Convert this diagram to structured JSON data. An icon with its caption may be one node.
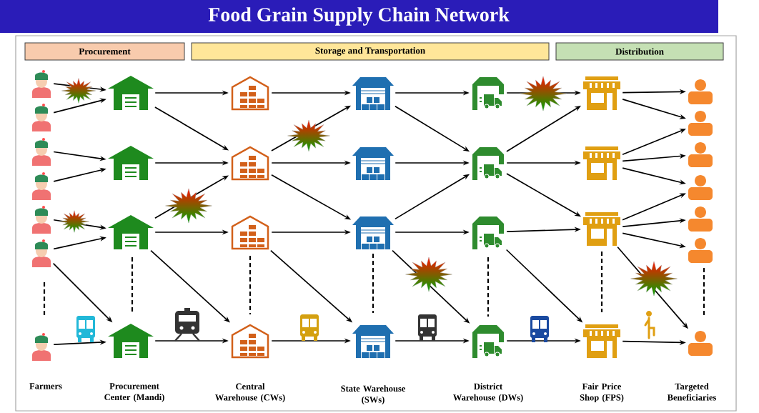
{
  "diagram": {
    "title": "Food Grain Supply Chain Network",
    "nodes": [
      {
        "text": [
          "Procurement"
        ]
      },
      {
        "text": [
          "Storage and Transportation"
        ]
      },
      {
        "text": [
          "Distribution"
        ]
      },
      {
        "text": [],
        "shape": "person"
      },
      {
        "text": [],
        "shape": "person"
      },
      {
        "text": [],
        "shape": "person"
      },
      {
        "text": [],
        "shape": "person"
      },
      {
        "text": [],
        "shape": "person"
      },
      {
        "text": [],
        "shape": "person"
      },
      {
        "text": [],
        "shape": "person"
      },
      {
        "text": [],
        "shape": "picture"
      },
      {
        "text": [],
        "shape": "picture"
      },
      {
        "text": [],
        "shape": "picture"
      },
      {
        "text": [],
        "shape": "picture"
      },
      {
        "text": [],
        "shape": "picture"
      },
      {
        "text": [],
        "shape": "picture"
      },
      {
        "text": [],
        "shape": "picture"
      },
      {
        "text": [],
        "shape": "picture"
      },
      {
        "text": [],
        "shape": "picture"
      },
      {
        "text": [],
        "shape": "picture"
      },
      {
        "text": [],
        "shape": "picture"
      },
      {
        "text": [],
        "shape": "picture"
      },
      {
        "text": [],
        "shape": "picture"
      },
      {
        "text": [],
        "shape": "picture"
      },
      {
        "text": [],
        "shape": "picture"
      },
      {
        "text": [],
        "shape": "picture"
      },
      {
        "text": [],
        "shape": "picture"
      },
      {
        "text": [],
        "shape": "picture"
      },
      {
        "text": [],
        "shape": "picture"
      },
      {
        "text": [],
        "shape": "picture"
      },
      {
        "text": [],
        "shape": "person"
      },
      {
        "text": [],
        "shape": "person"
      },
      {
        "text": [],
        "shape": "person"
      },
      {
        "text": [],
        "shape": "person"
      },
      {
        "text": [],
        "shape": "person"
      },
      {
        "text": [],
        "shape": "person"
      },
      {
        "text": [],
        "shape": "person"
      }
    ],
    "edges": [
      {
        "from": 3,
        "to": 10,
        "arrow": "to"
      },
      {
        "from": 4,
        "to": 10,
        "arrow": "to"
      },
      {
        "from": 5,
        "to": 11,
        "arrow": "to"
      },
      {
        "from": 6,
        "to": 11,
        "arrow": "to"
      },
      {
        "from": 7,
        "to": 12,
        "arrow": "to"
      },
      {
        "from": 8,
        "to": 12,
        "arrow": "to"
      },
      {
        "from": 8,
        "to": 13,
        "arrow": "to"
      },
      {
        "from": 9,
        "to": 13,
        "arrow": "to"
      },
      {
        "from": 10,
        "to": 14,
        "arrow": "to"
      },
      {
        "from": 10,
        "to": 15,
        "arrow": "to"
      },
      {
        "from": 11,
        "to": 15,
        "arrow": "to"
      },
      {
        "from": 12,
        "to": 15,
        "arrow": "to"
      },
      {
        "from": 12,
        "to": 16,
        "arrow": "to"
      },
      {
        "from": 12,
        "to": 17,
        "arrow": "to"
      },
      {
        "from": 13,
        "to": 17,
        "arrow": "to"
      },
      {
        "from": 14,
        "to": 18,
        "arrow": "to"
      },
      {
        "from": 15,
        "to": 18,
        "arrow": "to"
      },
      {
        "from": 15,
        "to": 19,
        "arrow": "to"
      },
      {
        "from": 15,
        "to": 20,
        "arrow": "to"
      },
      {
        "from": 16,
        "to": 20,
        "arrow": "to"
      },
      {
        "from": 16,
        "to": 21,
        "arrow": "to"
      },
      {
        "from": 17,
        "to": 21,
        "arrow": "to"
      },
      {
        "from": 18,
        "to": 22,
        "arrow": "to"
      },
      {
        "from": 18,
        "to": 23,
        "arrow": "to"
      },
      {
        "from": 19,
        "to": 23,
        "arrow": "to"
      },
      {
        "from": 20,
        "to": 23,
        "arrow": "to"
      },
      {
        "from": 20,
        "to": 24,
        "arrow": "to"
      },
      {
        "from": 20,
        "to": 25,
        "arrow": "to"
      },
      {
        "from": 21,
        "to": 25,
        "arrow": "to"
      },
      {
        "from": 22,
        "to": 26,
        "arrow": "to"
      },
      {
        "from": 23,
        "to": 26,
        "arrow": "to"
      },
      {
        "from": 23,
        "to": 27,
        "arrow": "to"
      },
      {
        "from": 23,
        "to": 28,
        "arrow": "to"
      },
      {
        "from": 24,
        "to": 28,
        "arrow": "to"
      },
      {
        "from": 24,
        "to": 29,
        "arrow": "to"
      },
      {
        "from": 25,
        "to": 29,
        "arrow": "to"
      },
      {
        "from": 26,
        "to": 30,
        "arrow": "to"
      },
      {
        "from": 26,
        "to": 31,
        "arrow": "to"
      },
      {
        "from": 27,
        "to": 31,
        "arrow": "to"
      },
      {
        "from": 27,
        "to": 32,
        "arrow": "to"
      },
      {
        "from": 27,
        "to": 33,
        "arrow": "to"
      },
      {
        "from": 28,
        "to": 33,
        "arrow": "to"
      },
      {
        "from": 28,
        "to": 34,
        "arrow": "to"
      },
      {
        "from": 28,
        "to": 35,
        "arrow": "to"
      },
      {
        "from": 28,
        "to": 36,
        "arrow": "to"
      },
      {
        "from": 29,
        "to": 36,
        "arrow": "to"
      }
    ],
    "labels": [
      "Farmers",
      "Procurement Center (Mandi)",
      "Central Warehouse (CWs)",
      "State Warehouse (SWs)",
      "District Warehouse (DWs)",
      "Fair Price Shop (FPS)",
      "Targeted Beneficiaries"
    ]
  }
}
